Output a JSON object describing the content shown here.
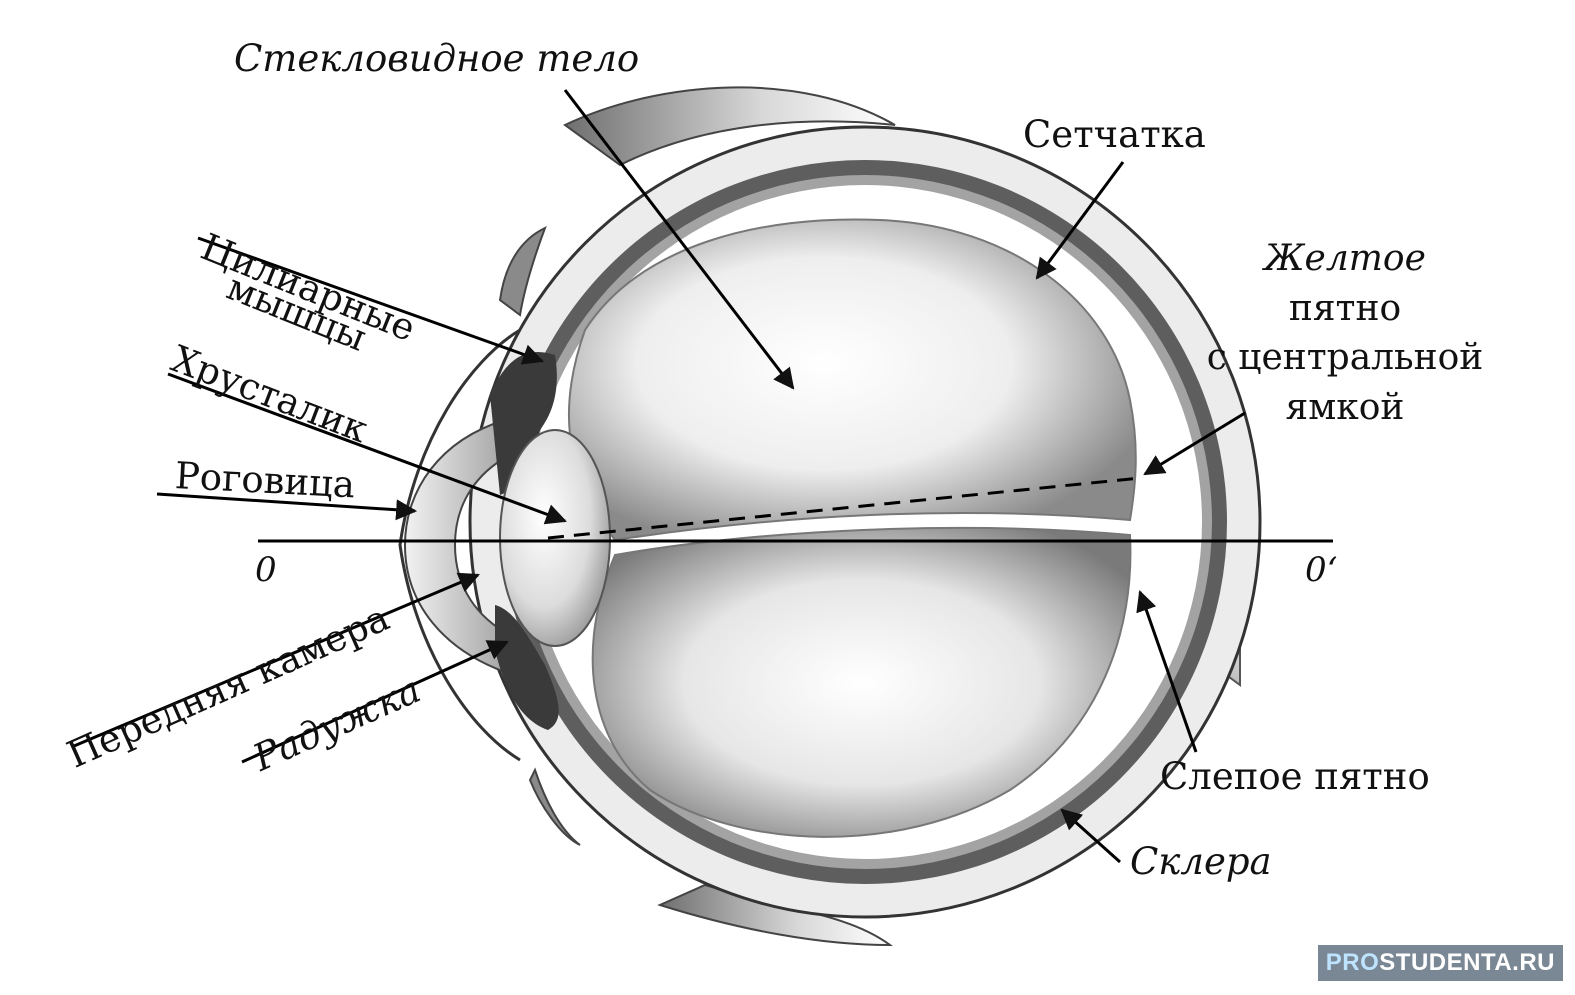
{
  "labels": {
    "vitreous": "Стекловидное тело",
    "retina": "Сетчатка",
    "macula_l1": "Желтое",
    "macula_l2": "пятно",
    "macula_l3": "с центральной",
    "macula_l4": "ямкой",
    "ciliary_l1": "Цилиарные",
    "ciliary_l2": "мышцы",
    "lens": "Хрусталик",
    "cornea": "Роговица",
    "anterior_chamber": "Передняя камера",
    "iris": "Радужка",
    "blind_spot": "Слепое пятно",
    "sclera": "Склера"
  },
  "axis": {
    "left": "0",
    "right": "0‘"
  },
  "watermark": {
    "part1": "PRO",
    "part2": "STUDENTA.RU"
  }
}
